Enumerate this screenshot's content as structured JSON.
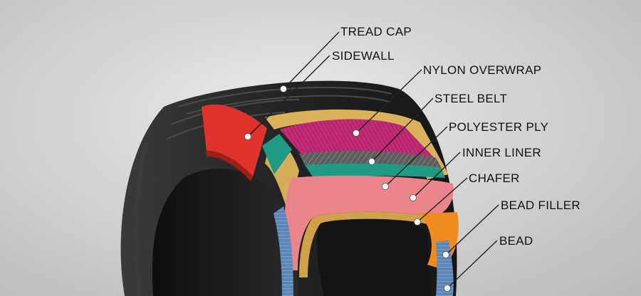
{
  "callouts": [
    {
      "id": "tread-cap",
      "label": "TREAD CAP"
    },
    {
      "id": "sidewall",
      "label": "SIDEWALL"
    },
    {
      "id": "nylon-overwrap",
      "label": "NYLON OVERWRAP"
    },
    {
      "id": "steel-belt",
      "label": "STEEL BELT"
    },
    {
      "id": "polyester-ply",
      "label": "POLYESTER PLY"
    },
    {
      "id": "inner-liner",
      "label": "INNER LINER"
    },
    {
      "id": "chafer",
      "label": "CHAFER"
    },
    {
      "id": "bead-filler",
      "label": "BEAD FILLER"
    },
    {
      "id": "bead",
      "label": "BEAD"
    }
  ],
  "layer_colors": {
    "tread": "#262626",
    "sidewall_section": "#e0322c",
    "nylon_overwrap": "#c02a73",
    "steel_belt": "#6b6b6b",
    "belt_edge": "#1f9b83",
    "polyester_ply": "#e9858b",
    "inner_liner": "#d9b25b",
    "chafer": "#f08c1e",
    "bead_filler": "#3f7ab0",
    "bead": "#6f95bd"
  }
}
